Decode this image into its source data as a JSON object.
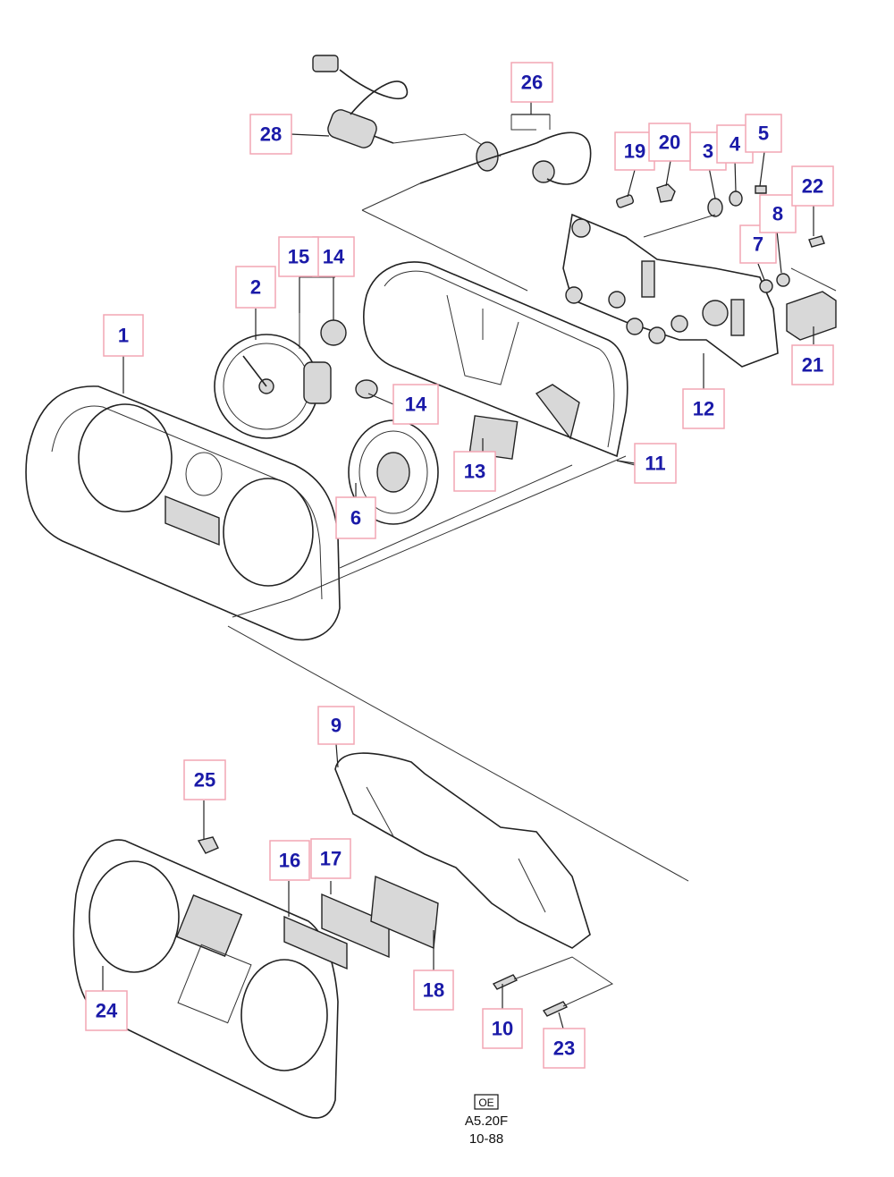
{
  "callouts": [
    {
      "id": "c1",
      "label": "1"
    },
    {
      "id": "c2",
      "label": "2"
    },
    {
      "id": "c3",
      "label": "3"
    },
    {
      "id": "c4",
      "label": "4"
    },
    {
      "id": "c5",
      "label": "5"
    },
    {
      "id": "c6",
      "label": "6"
    },
    {
      "id": "c7",
      "label": "7"
    },
    {
      "id": "c8",
      "label": "8"
    },
    {
      "id": "c9",
      "label": "9"
    },
    {
      "id": "c10",
      "label": "10"
    },
    {
      "id": "c11",
      "label": "11"
    },
    {
      "id": "c12",
      "label": "12"
    },
    {
      "id": "c13",
      "label": "13"
    },
    {
      "id": "c14a",
      "label": "14"
    },
    {
      "id": "c14b",
      "label": "14"
    },
    {
      "id": "c15",
      "label": "15"
    },
    {
      "id": "c16",
      "label": "16"
    },
    {
      "id": "c17",
      "label": "17"
    },
    {
      "id": "c18",
      "label": "18"
    },
    {
      "id": "c19",
      "label": "19"
    },
    {
      "id": "c20",
      "label": "20"
    },
    {
      "id": "c21",
      "label": "21"
    },
    {
      "id": "c22",
      "label": "22"
    },
    {
      "id": "c23",
      "label": "23"
    },
    {
      "id": "c24",
      "label": "24"
    },
    {
      "id": "c25",
      "label": "25"
    },
    {
      "id": "c26",
      "label": "26"
    },
    {
      "id": "c28",
      "label": "28"
    }
  ],
  "footer": {
    "badge": "OE",
    "code": "A5.20F",
    "date": "10-88"
  },
  "colors": {
    "callout_text": "#1a1aa8",
    "callout_border": "#f2a6b4",
    "line_art": "#222222"
  }
}
